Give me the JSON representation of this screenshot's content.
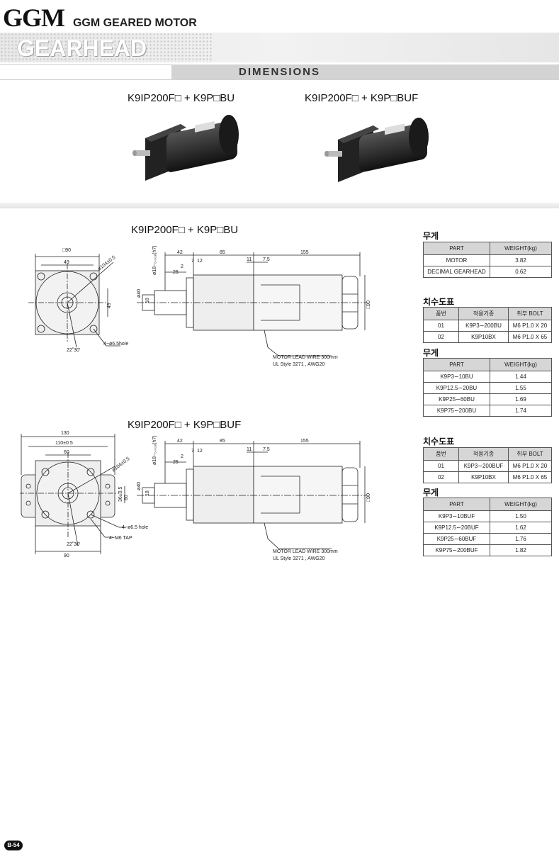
{
  "header": {
    "logo": "GGM",
    "subtitle": "GGM GEARED MOTOR",
    "band_title": "GEARHEAD",
    "section": "DIMENSIONS"
  },
  "products": [
    {
      "title": "K9IP200F□  +  K9P□BU"
    },
    {
      "title": "K9IP200F□  +  K9P□BUF"
    }
  ],
  "drawings": [
    {
      "title": "K9IP200F□  +  K9P□BU",
      "labels": {
        "sq90": "□90",
        "d49": "49",
        "dia104": "ø104±0.5",
        "d49v": "49",
        "hole": "4−ø6.5hole",
        "angle": "22˚30'",
        "shaft": "ø18−₀.₀₁₈(h7)",
        "d42": "42",
        "d85": "85",
        "d155": "155",
        "d7": "7",
        "d12": "12",
        "d2": "2",
        "d25": "25",
        "d11": "11",
        "d75": "7.5",
        "dia40": "ø40",
        "d18": "18",
        "sq90v": "□90",
        "lead1": "MOTOR LEAD WIRE 300mm",
        "lead2": "UL Style 3271 , AWG20"
      }
    },
    {
      "title": "K9IP200F□  +  K9P□BUF",
      "labels": {
        "d130": "130",
        "d110": "110±0.5",
        "d60": "60",
        "dia104": "ø104±0.5",
        "d36": "36±0.5",
        "d60v": "60",
        "hole": "4−ø6.5 hole",
        "tap": "4−M6 TAP",
        "angle": "22˚30'",
        "d90": "90",
        "shaft": "ø18−₀.₀₁₈(h7)",
        "d42": "42",
        "d85": "85",
        "d155": "155",
        "d7": "7",
        "d12": "12",
        "d2": "2",
        "d25": "25",
        "d11": "11",
        "d75": "7.5",
        "dia40": "ø40",
        "d18": "18",
        "sq90v": "□90",
        "lead1": "MOTOR LEAD WIRE 300mm",
        "lead2": "UL Style 3271 , AWG20"
      }
    }
  ],
  "tables": {
    "weight1": {
      "heading": "무게",
      "headers": [
        "PART",
        "WEIGHT(kg)"
      ],
      "rows": [
        [
          "MOTOR",
          "3.82"
        ],
        [
          "DECIMAL GEARHEAD",
          "0.62"
        ]
      ]
    },
    "dim1": {
      "heading": "치수도표",
      "headers": [
        "품번",
        "적용기종",
        "취부 BOLT"
      ],
      "rows": [
        [
          "01",
          "K9P3∼200BU",
          "M6 P1.0 X 20"
        ],
        [
          "02",
          "K9P10BX",
          "M6 P1.0 X 65"
        ]
      ]
    },
    "weight2": {
      "heading": "무게",
      "headers": [
        "PART",
        "WEIGHT(kg)"
      ],
      "rows": [
        [
          "K9P3∼10BU",
          "1.44"
        ],
        [
          "K9P12.5∼20BU",
          "1.55"
        ],
        [
          "K9P25∼60BU",
          "1.69"
        ],
        [
          "K9P75∼200BU",
          "1.74"
        ]
      ]
    },
    "dim2": {
      "heading": "치수도표",
      "headers": [
        "품번",
        "적용기종",
        "취부 BOLT"
      ],
      "rows": [
        [
          "01",
          "K9P3∼200BUF",
          "M6 P1.0 X 20"
        ],
        [
          "02",
          "K9P10BX",
          "M6 P1.0 X 65"
        ]
      ]
    },
    "weight3": {
      "heading": "무게",
      "headers": [
        "PART",
        "WEIGHT(kg)"
      ],
      "rows": [
        [
          "K9P3∼10BUF",
          "1.50"
        ],
        [
          "K9P12.5∼20BUF",
          "1.62"
        ],
        [
          "K9P25∼60BUF",
          "1.76"
        ],
        [
          "K9P75∼200BUF",
          "1.82"
        ]
      ]
    }
  },
  "footer": {
    "page": "B-54"
  }
}
